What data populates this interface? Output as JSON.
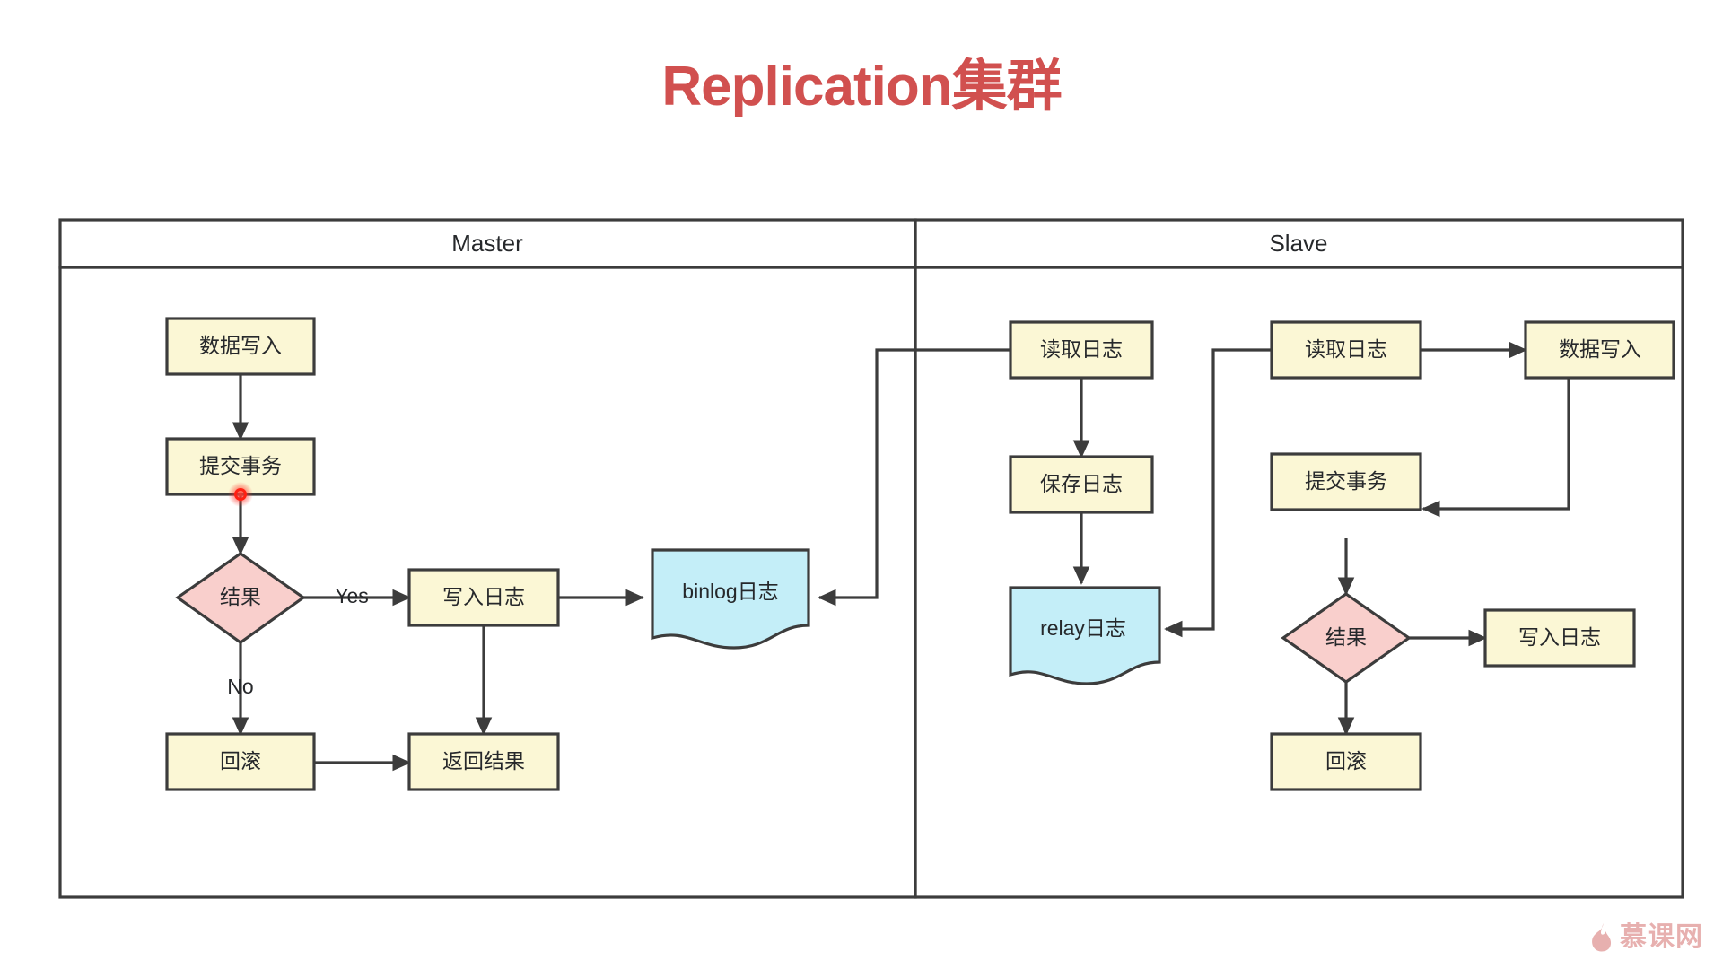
{
  "title": "Replication集群",
  "title_color": "#d1504f",
  "colors": {
    "process_fill": "#fbf7d5",
    "decision_fill": "#f9cfcc",
    "document_fill": "#c4eef8",
    "stroke": "#3c3c3c",
    "marker_dot": "#ff0000",
    "watermark": "#d9807f"
  },
  "lanes": [
    {
      "id": "master",
      "title": "Master"
    },
    {
      "id": "slave",
      "title": "Slave"
    }
  ],
  "master": {
    "nodes": [
      {
        "id": "m-data-write",
        "label": "数据写入",
        "shape": "process"
      },
      {
        "id": "m-commit-tx",
        "label": "提交事务",
        "shape": "process"
      },
      {
        "id": "m-result",
        "label": "结果",
        "shape": "decision"
      },
      {
        "id": "m-write-log",
        "label": "写入日志",
        "shape": "process"
      },
      {
        "id": "m-binlog",
        "label": "binlog日志",
        "shape": "document"
      },
      {
        "id": "m-rollback",
        "label": "回滚",
        "shape": "process"
      },
      {
        "id": "m-return",
        "label": "返回结果",
        "shape": "process"
      }
    ],
    "edge_labels": {
      "yes": "Yes",
      "no": "No"
    }
  },
  "slave": {
    "nodes": [
      {
        "id": "s-read-log-1",
        "label": "读取日志",
        "shape": "process"
      },
      {
        "id": "s-save-log",
        "label": "保存日志",
        "shape": "process"
      },
      {
        "id": "s-relay",
        "label": "relay日志",
        "shape": "document"
      },
      {
        "id": "s-read-log-2",
        "label": "读取日志",
        "shape": "process"
      },
      {
        "id": "s-data-write",
        "label": "数据写入",
        "shape": "process"
      },
      {
        "id": "s-commit-tx",
        "label": "提交事务",
        "shape": "process"
      },
      {
        "id": "s-result",
        "label": "结果",
        "shape": "decision"
      },
      {
        "id": "s-write-log",
        "label": "写入日志",
        "shape": "process"
      },
      {
        "id": "s-rollback",
        "label": "回滚",
        "shape": "process"
      }
    ]
  },
  "watermark": {
    "label": "慕课网",
    "icon": "flame-icon"
  }
}
